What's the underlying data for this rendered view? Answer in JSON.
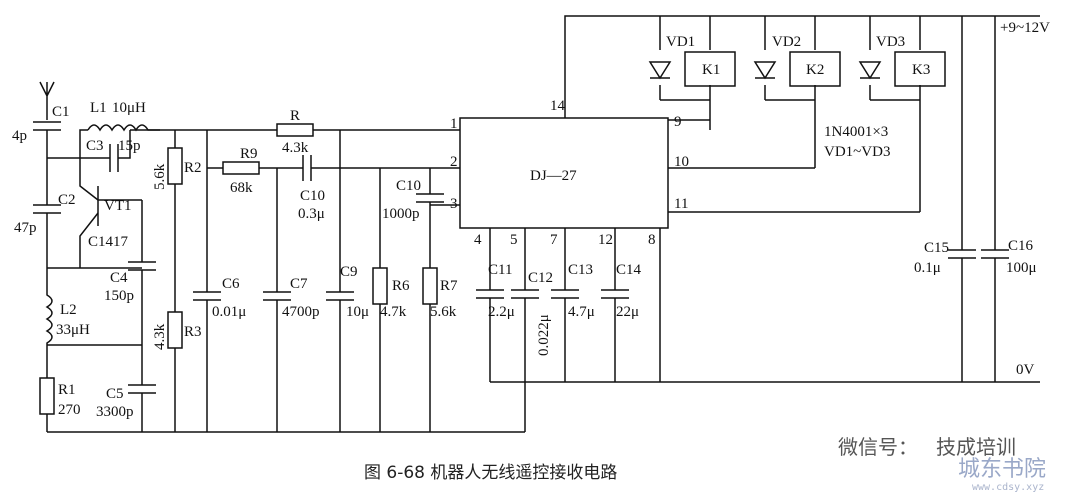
{
  "caption": "图 6-68 机器人无线遥控接收电路",
  "ic": {
    "name": "DJ—27",
    "pins": [
      "1",
      "2",
      "3",
      "4",
      "5",
      "7",
      "12",
      "8",
      "14",
      "9",
      "10",
      "11"
    ]
  },
  "supply": {
    "positive": "+9~12V",
    "ground": "0V"
  },
  "diode_note": [
    "1N4001×3",
    "VD1~VD3"
  ],
  "components": {
    "c1": {
      "ref": "C1",
      "value": "4p"
    },
    "l1": {
      "ref": "L1",
      "value": "10μH"
    },
    "c3": {
      "ref": "C3",
      "value": "15p"
    },
    "c2": {
      "ref": "C2",
      "value": "47p"
    },
    "vt1": {
      "ref": "VT1",
      "value": "C1417"
    },
    "c4": {
      "ref": "C4",
      "value": "150p"
    },
    "l2": {
      "ref": "L2",
      "value": "33μH"
    },
    "r1": {
      "ref": "R1",
      "value": "270"
    },
    "c5": {
      "ref": "C5",
      "value": "3300p"
    },
    "r2": {
      "ref": "R2",
      "value": "5.6k"
    },
    "r3": {
      "ref": "R3",
      "value": "4.3k"
    },
    "r9": {
      "ref": "R9",
      "value": "68k"
    },
    "r": {
      "ref": "R",
      "value": "4.3k"
    },
    "c10a": {
      "ref": "C10",
      "value": "0.3μ"
    },
    "c10b": {
      "ref": "C10",
      "value": "1000p"
    },
    "c6": {
      "ref": "C6",
      "value": "0.01μ"
    },
    "c7": {
      "ref": "C7",
      "value": "4700p"
    },
    "c9": {
      "ref": "C9",
      "value": "10μ"
    },
    "r6": {
      "ref": "R6",
      "value": "4.7k"
    },
    "r7": {
      "ref": "R7",
      "value": "5.6k"
    },
    "c11": {
      "ref": "C11",
      "value": "2.2μ"
    },
    "c12": {
      "ref": "C12",
      "value": "0.022μ"
    },
    "c13": {
      "ref": "C13",
      "value": "4.7μ"
    },
    "c14": {
      "ref": "C14",
      "value": "22μ"
    },
    "c15": {
      "ref": "C15",
      "value": "0.1μ"
    },
    "c16": {
      "ref": "C16",
      "value": "100μ"
    },
    "vd1": {
      "ref": "VD1"
    },
    "vd2": {
      "ref": "VD2"
    },
    "vd3": {
      "ref": "VD3"
    },
    "k1": {
      "ref": "K1"
    },
    "k2": {
      "ref": "K2"
    },
    "k3": {
      "ref": "K3"
    }
  },
  "watermark": {
    "text1": "微信号：",
    "text2": "技成培训",
    "site": "城东书院",
    "url": "www.cdsy.xyz"
  }
}
